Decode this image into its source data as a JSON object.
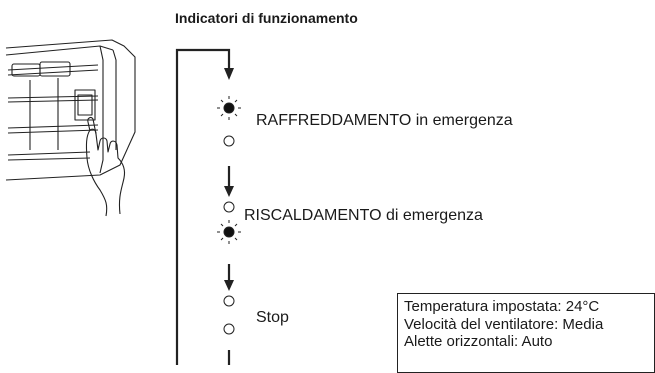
{
  "title": "Indicatori di funzionamento",
  "modes": [
    {
      "label": "RAFFREDDAMENTO in emergenza",
      "top_lamp": "lit",
      "bottom_lamp": "off"
    },
    {
      "label": "RISCALDAMENTO di emergenza",
      "top_lamp": "off",
      "bottom_lamp": "lit"
    },
    {
      "label": "Stop",
      "top_lamp": "off",
      "bottom_lamp": "off"
    }
  ],
  "settings": [
    "Temperatura impostata: 24°C",
    "Velocità del ventilatore: Media",
    "Alette orizzontali: Auto"
  ]
}
